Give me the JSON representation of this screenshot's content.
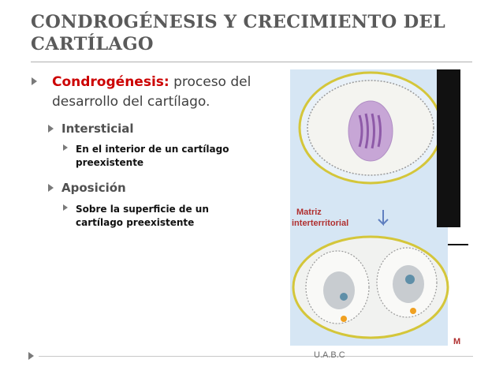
{
  "slide": {
    "title": "CONDROGÉNESIS Y CRECIMIENTO DEL CARTÍLAGO",
    "bullets": {
      "main_term": "Condrogénesis:",
      "main_text": " proceso del desarrollo del cartílago.",
      "sub1": "Intersticial",
      "sub1_detail": "En el interior de un cartílago preexistente",
      "sub2": "Aposición",
      "sub2_detail": "Sobre la superficie de un cartílago preexistente"
    },
    "figure": {
      "label_line1": "Matriz",
      "label_line2": "interterritorial",
      "edge_letter": "M"
    },
    "footer": "U.A.B.C"
  },
  "colors": {
    "title": "#5a5a5a",
    "term": "#cc0000",
    "figure_label": "#b03030"
  }
}
